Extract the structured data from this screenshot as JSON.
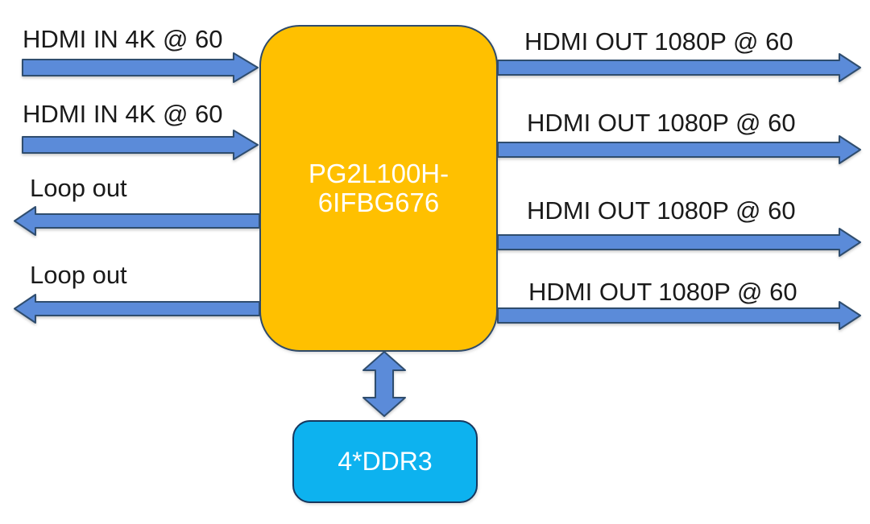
{
  "colors": {
    "arrow_fill": "#5B8BD9",
    "arrow_stroke": "#2F4D6E",
    "fpga_fill": "#FFC000",
    "fpga_stroke": "#2E4A6B",
    "ddr_fill": "#0DB2EF",
    "ddr_stroke": "#17375E",
    "label_text": "#1A1A1A",
    "block_text": "#FFFFFF"
  },
  "fpga_block": {
    "label_line1": "PG2L100H-",
    "label_line2": "6IFBG676"
  },
  "memory_block": {
    "label": "4*DDR3"
  },
  "memory_link": {
    "type": "bidirectional-arrow"
  },
  "hdmi_inputs": [
    {
      "label": "HDMI IN 4K @ 60"
    },
    {
      "label": "HDMI IN 4K @ 60"
    }
  ],
  "loop_outputs": [
    {
      "label": "Loop out"
    },
    {
      "label": "Loop out"
    }
  ],
  "hdmi_outputs": [
    {
      "label": "HDMI OUT 1080P @ 60"
    },
    {
      "label": "HDMI OUT 1080P @ 60"
    },
    {
      "label": "HDMI OUT 1080P @ 60"
    },
    {
      "label": "HDMI OUT 1080P @ 60"
    }
  ]
}
